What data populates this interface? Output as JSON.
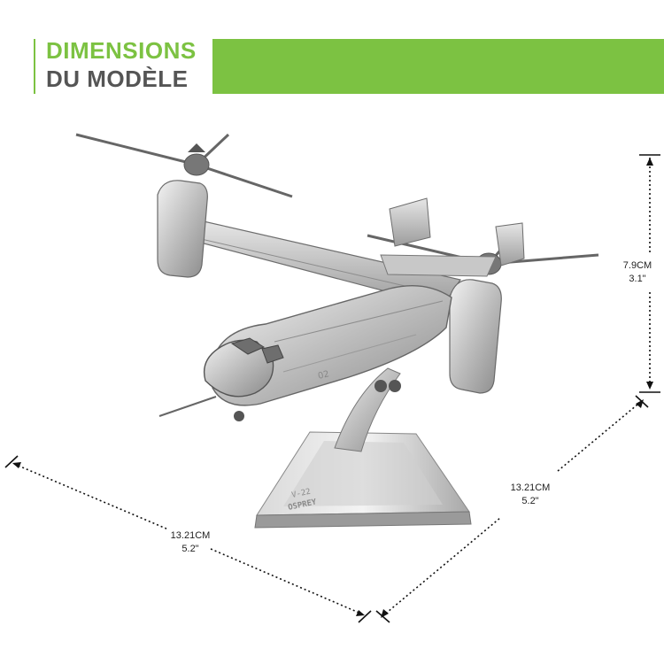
{
  "header": {
    "title_line1": "DIMENSIONS",
    "title_line2": "DU MODÈLE",
    "accent_color": "#7cc242",
    "text_color": "#555555"
  },
  "dimensions": {
    "height": {
      "metric": "7.9CM",
      "imperial": "3.1\""
    },
    "depth": {
      "metric": "13.21CM",
      "imperial": "5.2\""
    },
    "width": {
      "metric": "13.21CM",
      "imperial": "5.2\""
    }
  },
  "model": {
    "stand_text_line1": "V-22",
    "stand_text_line2": "OSPREY",
    "fuselage_number": "02"
  }
}
